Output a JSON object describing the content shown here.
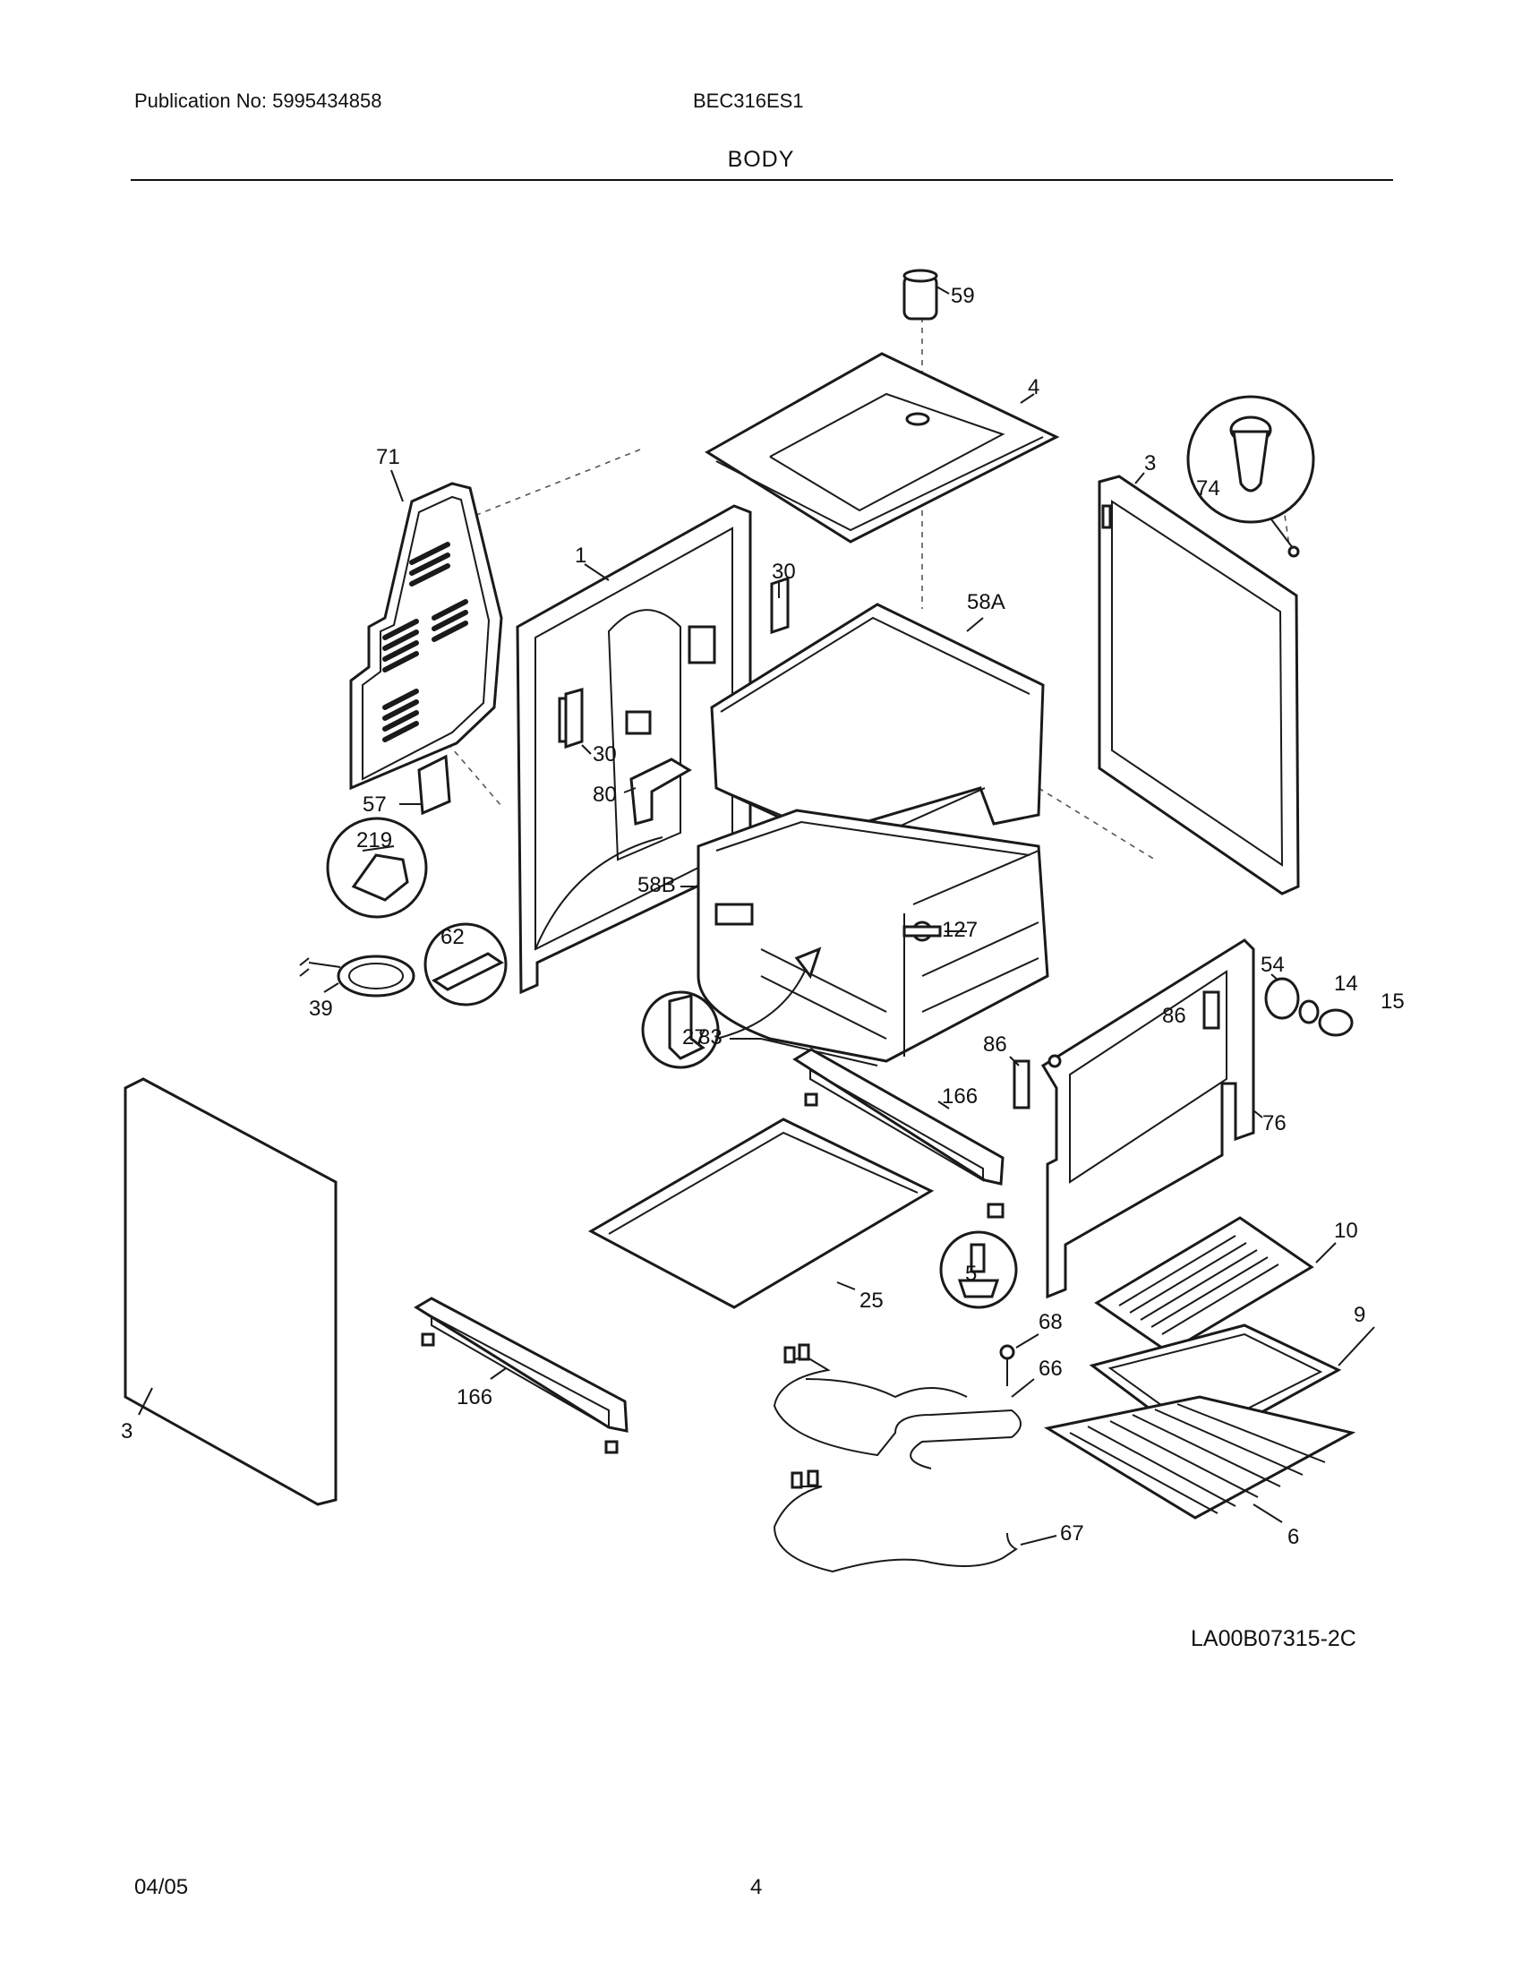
{
  "header": {
    "publication": "Publication No: 5995434858",
    "model": "BEC316ES1",
    "section_title": "BODY"
  },
  "diagram": {
    "code": "LA00B07315-2C",
    "callouts": {
      "c59": "59",
      "c4": "4",
      "c71": "71",
      "c1": "1",
      "c30a": "30",
      "c30b": "30",
      "c74": "74",
      "c3a": "3",
      "c58a": "58A",
      "c57": "57",
      "c80": "80",
      "c219": "219",
      "c58b": "58B",
      "c62": "62",
      "c127": "127",
      "c54": "54",
      "c14": "14",
      "c15": "15",
      "c39": "39",
      "c27": "27",
      "c83": "83",
      "c86a": "86",
      "c86b": "86",
      "c166a": "166",
      "c76": "76",
      "c10": "10",
      "c25": "25",
      "c5": "5",
      "c68": "68",
      "c9": "9",
      "c66": "66",
      "c166b": "166",
      "c3b": "3",
      "c67": "67",
      "c6": "6"
    }
  },
  "footer": {
    "date": "04/05",
    "page": "4"
  }
}
